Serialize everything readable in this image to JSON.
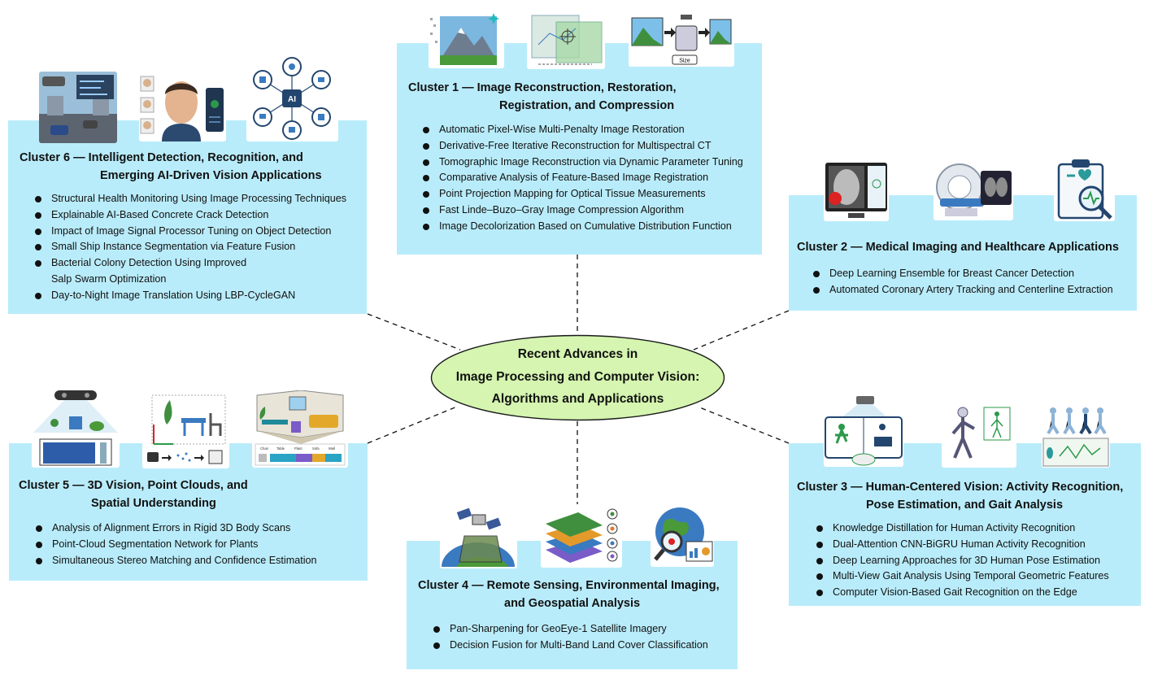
{
  "center": {
    "lines": [
      "Recent Advances in",
      "Image Processing and Computer Vision:",
      "Algorithms and Applications"
    ]
  },
  "colors": {
    "panel": "#b9ecfa",
    "ellipse_fill": "#d5f5b0",
    "ellipse_stroke": "#1a1a1a"
  },
  "clusters": [
    {
      "title_line1": "Cluster 1 — Image Reconstruction, Restoration,",
      "title_line2": "Registration, and Compression",
      "icons": [
        "mountain-noise-icon",
        "image-registration-icon",
        "compression-icon"
      ],
      "icon_label": "Size",
      "items": [
        "Automatic Pixel-Wise Multi-Penalty Image Restoration",
        "Derivative-Free Iterative Reconstruction for Multispectral CT",
        "Tomographic Image Reconstruction via Dynamic Parameter Tuning",
        "Comparative Analysis of Feature-Based Image Registration",
        "Point Projection Mapping for Optical Tissue Measurements",
        "Fast Linde–Buzo–Gray Image Compression Algorithm",
        "Image Decolorization Based on Cumulative Distribution Function"
      ]
    },
    {
      "title_line1": "Cluster 2 — Medical Imaging and Healthcare Applications",
      "title_line2": "",
      "icons": [
        "mammography-monitor-icon",
        "ct-scanner-icon",
        "clipboard-magnifier-icon"
      ],
      "items": [
        "Deep Learning Ensemble for Breast Cancer Detection",
        "Automated Coronary Artery Tracking and Centerline Extraction"
      ]
    },
    {
      "title_line1": "Cluster 3 — Human-Centered Vision: Activity Recognition,",
      "title_line2": "Pose Estimation, and Gait Analysis",
      "icons": [
        "activity-camera-icon",
        "pose-skeleton-icon",
        "gait-analysis-icon"
      ],
      "items": [
        "Knowledge Distillation for Human Activity Recognition",
        "Dual-Attention CNN-BiGRU Human Activity Recognition",
        "Deep Learning Approaches for 3D Human Pose Estimation",
        "Multi-View Gait Analysis Using Temporal Geometric Features",
        "Computer Vision-Based Gait Recognition on the Edge"
      ]
    },
    {
      "title_line1": "Cluster 4 — Remote Sensing, Environmental Imaging,",
      "title_line2": "and Geospatial Analysis",
      "icons": [
        "satellite-earth-icon",
        "layered-map-icon",
        "globe-analytics-icon"
      ],
      "items": [
        "Pan-Sharpening for GeoEye-1 Satellite Imagery",
        "Decision Fusion for Multi-Band Land Cover Classification"
      ]
    },
    {
      "title_line1": "Cluster 5 — 3D Vision, Point Clouds, and",
      "title_line2": "Spatial Understanding",
      "icons": [
        "depth-sensor-icon",
        "point-cloud-icon",
        "room-segmentation-icon"
      ],
      "icon_legend": [
        "Chair",
        "Table",
        "Plant",
        "Sofa",
        "Wall"
      ],
      "items": [
        "Analysis of Alignment Errors in Rigid 3D Body Scans",
        "Point-Cloud Segmentation Network for Plants",
        "Simultaneous Stereo Matching and Confidence Estimation"
      ]
    },
    {
      "title_line1": "Cluster 6 — Intelligent Detection, Recognition, and",
      "title_line2": "Emerging AI-Driven Vision Applications",
      "icons": [
        "traffic-camera-icon",
        "face-recognition-icon",
        "ai-hub-icon"
      ],
      "icon_label": "AI",
      "items": [
        "Structural Health Monitoring Using Image Processing Techniques",
        "Explainable AI-Based Concrete Crack Detection",
        "Impact of Image Signal Processor Tuning on Object Detection",
        "Small Ship Instance Segmentation via Feature Fusion",
        [
          "Bacterial Colony Detection Using Improved",
          "Salp Swarm Optimization"
        ],
        "Day-to-Night Image Translation Using LBP-CycleGAN"
      ]
    }
  ]
}
